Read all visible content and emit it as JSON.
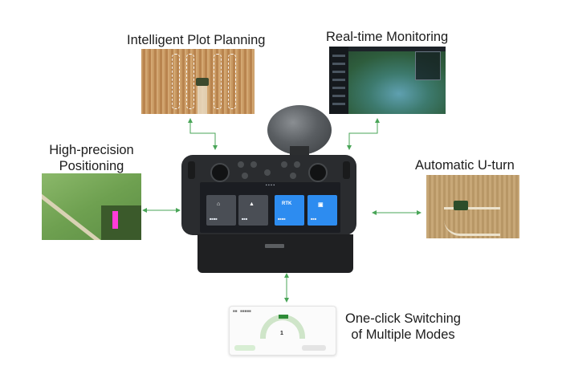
{
  "features": {
    "plot_planning": "Intelligent Plot Planning",
    "monitoring": "Real-time Monitoring",
    "positioning_line1": "High-precision",
    "positioning_line2": "Positioning",
    "u_turn": "Automatic U-turn",
    "mode_switch_line1": "One-click Switching",
    "mode_switch_line2": "of Multiple Modes"
  },
  "mode_card": {
    "gauge_value": "1"
  },
  "screen_tile_4": {
    "badge": "RTK"
  },
  "colors": {
    "arrow": "#49a557",
    "tile_blue": "#2d8cf0",
    "tile_gray": "#4a4e55",
    "gauge_green": "#2e8b37"
  }
}
